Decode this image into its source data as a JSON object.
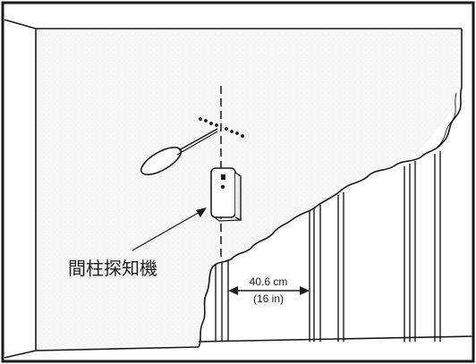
{
  "diagram": {
    "callout_label": "間柱探知機",
    "dimension_metric": "40.6 cm",
    "dimension_imperial": "(16 in)"
  }
}
